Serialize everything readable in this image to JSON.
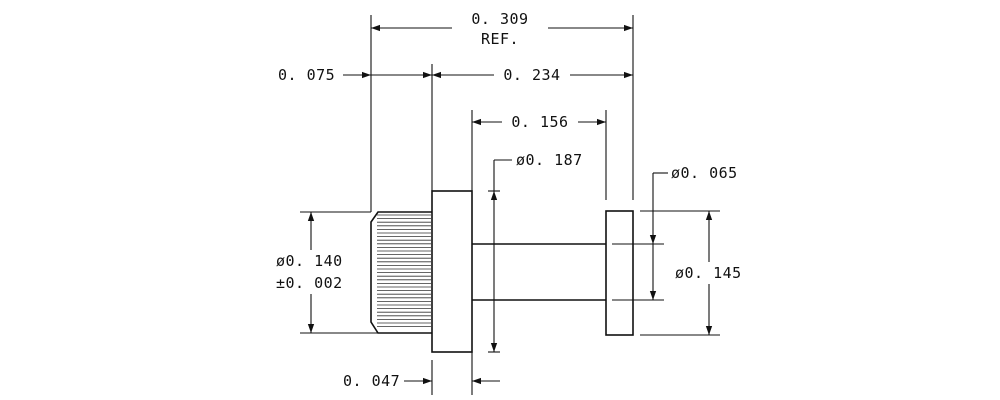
{
  "dimensions": {
    "overall_length": "0. 309",
    "overall_ref": "REF.",
    "knurl_length": "0. 075",
    "body_length": "0. 234",
    "shaft_to_end": "0. 156",
    "flange_diameter": "ø0. 187",
    "inner_diameter": "ø0. 065",
    "knurl_diameter": "ø0. 140",
    "knurl_tolerance": "±0. 002",
    "end_diameter": "ø0. 145",
    "flange_thickness": "0. 047"
  }
}
